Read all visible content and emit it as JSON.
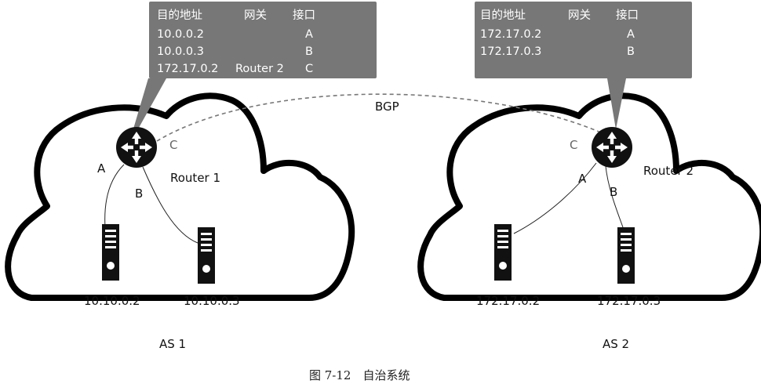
{
  "bgp_label": "BGP",
  "caption": "图 7-12　自治系统",
  "systems": [
    {
      "as_label": "AS 1",
      "router": {
        "name": "Router 1",
        "ports": {
          "a": "A",
          "b": "B",
          "c": "C"
        }
      },
      "hosts": [
        {
          "ip": "10.10.0.2"
        },
        {
          "ip": "10.10.0.3"
        }
      ],
      "routing_table": {
        "headers": [
          "目的地址",
          "网关",
          "接口"
        ],
        "rows": [
          [
            "10.0.0.2",
            "",
            "A"
          ],
          [
            "10.0.0.3",
            "",
            "B"
          ],
          [
            "172.17.0.2",
            "Router 2",
            "C"
          ]
        ]
      }
    },
    {
      "as_label": "AS 2",
      "router": {
        "name": "Router 2",
        "ports": {
          "a": "A",
          "b": "B",
          "c": "C"
        }
      },
      "hosts": [
        {
          "ip": "172.17.0.2"
        },
        {
          "ip": "172.17.0.3"
        }
      ],
      "routing_table": {
        "headers": [
          "目的地址",
          "网关",
          "接口"
        ],
        "rows": [
          [
            "172.17.0.2",
            "",
            "A"
          ],
          [
            "172.17.0.3",
            "",
            "B"
          ]
        ]
      }
    }
  ]
}
